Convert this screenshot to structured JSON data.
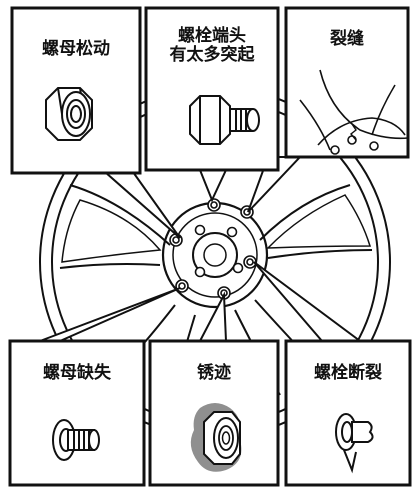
{
  "panels": [
    {
      "id": "loose-nut",
      "label": "螺母松动",
      "icon": "loose-nut-icon"
    },
    {
      "id": "bolt-protrude",
      "label_lines": [
        "螺栓端头",
        "有太多突起"
      ],
      "icon": "protruding-bolt-icon"
    },
    {
      "id": "crack",
      "label": "裂缝",
      "icon": "crack-detail-icon"
    },
    {
      "id": "missing-nut",
      "label": "螺母缺失",
      "icon": "missing-nut-icon"
    },
    {
      "id": "rust",
      "label": "锈迹",
      "icon": "rusted-nut-icon"
    },
    {
      "id": "broken-bolt",
      "label": "螺栓断裂",
      "icon": "broken-bolt-icon"
    }
  ],
  "colors": {
    "stroke": "#111111",
    "rust": "#8f8f8f",
    "background": "#ffffff"
  }
}
